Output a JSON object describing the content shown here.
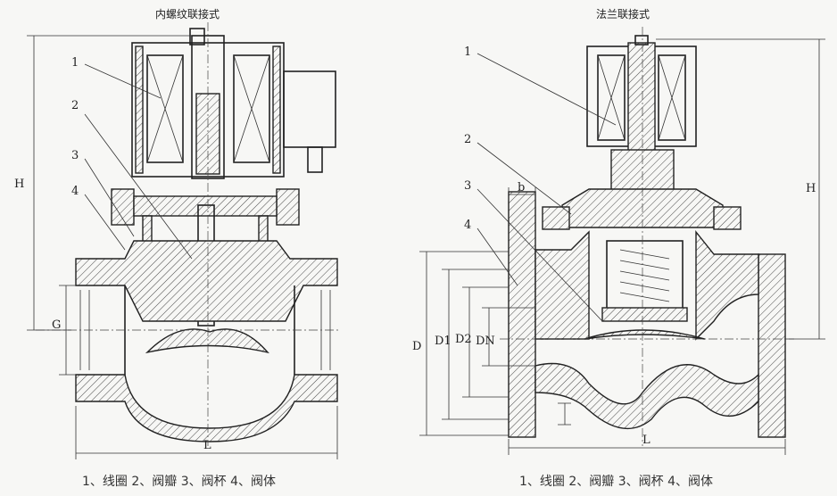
{
  "left": {
    "title": "内螺纹联接式",
    "callouts": [
      "1",
      "2",
      "3",
      "4"
    ],
    "dims": {
      "H": "H",
      "G": "G",
      "L": "L"
    },
    "caption": "1、线圈 2、阀瓣 3、阀杯 4、阀体"
  },
  "right": {
    "title": "法兰联接式",
    "callouts": [
      "1",
      "2",
      "3",
      "4"
    ],
    "dims": {
      "H": "H",
      "D": "D",
      "D1": "D1",
      "D2": "D2",
      "DN": "DN",
      "L": "L",
      "b": "b"
    },
    "caption": "1、线圈 2、阀瓣 3、阀杯 4、阀体"
  }
}
